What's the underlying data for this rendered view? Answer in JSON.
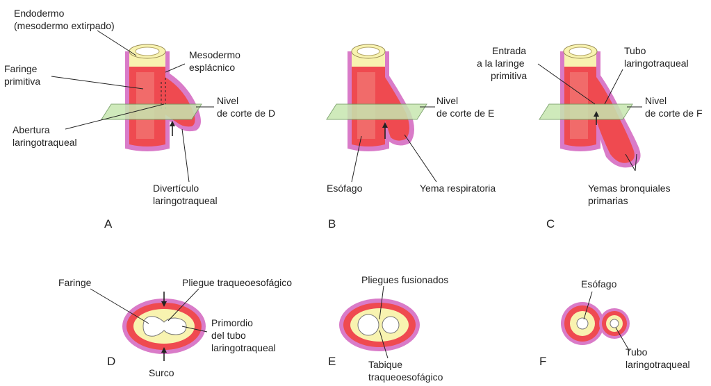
{
  "colors": {
    "tube_outer": "#d97bc8",
    "tube_body": "#ef4a50",
    "tube_highlight": "#f3877f",
    "endoderm_cap": "#f8f3b0",
    "lumen": "#ffffff",
    "plane": "#c7e7b0",
    "plane_edge": "#6f9a5e"
  },
  "panel_a": {
    "letter": "A",
    "endodermo_1": "Endodermo",
    "endodermo_2": "(mesodermo extirpado)",
    "mesodermo_1": "Mesodermo",
    "mesodermo_2": "esplácnico",
    "faringe_1": "Faringe",
    "faringe_2": "primitiva",
    "nivel_1": "Nivel",
    "nivel_2": "de corte de D",
    "abertura_1": "Abertura",
    "abertura_2": "laringotraqueal",
    "diverticulo_1": "Divertículo",
    "diverticulo_2": "laringotraqueal"
  },
  "panel_b": {
    "letter": "B",
    "nivel_1": "Nivel",
    "nivel_2": "de corte de E",
    "esofago": "Esófago",
    "yema": "Yema respiratoria"
  },
  "panel_c": {
    "letter": "C",
    "entrada_1": "Entrada",
    "entrada_2": "a la laringe",
    "entrada_3": "primitiva",
    "tubo_1": "Tubo",
    "tubo_2": "laringotraqueal",
    "nivel_1": "Nivel",
    "nivel_2": "de corte de F",
    "yemas_1": "Yemas bronquiales",
    "yemas_2": "primarias"
  },
  "panel_d": {
    "letter": "D",
    "faringe": "Faringe",
    "pliegue": "Pliegue traqueoesofágico",
    "primordio_1": "Primordio",
    "primordio_2": "del tubo",
    "primordio_3": "laringotraqueal",
    "surco": "Surco"
  },
  "panel_e": {
    "letter": "E",
    "pliegues": "Pliegues fusionados",
    "tabique_1": "Tabique",
    "tabique_2": "traqueoesofágico"
  },
  "panel_f": {
    "letter": "F",
    "esofago": "Esófago",
    "tubo_1": "Tubo",
    "tubo_2": "laringotraqueal"
  }
}
